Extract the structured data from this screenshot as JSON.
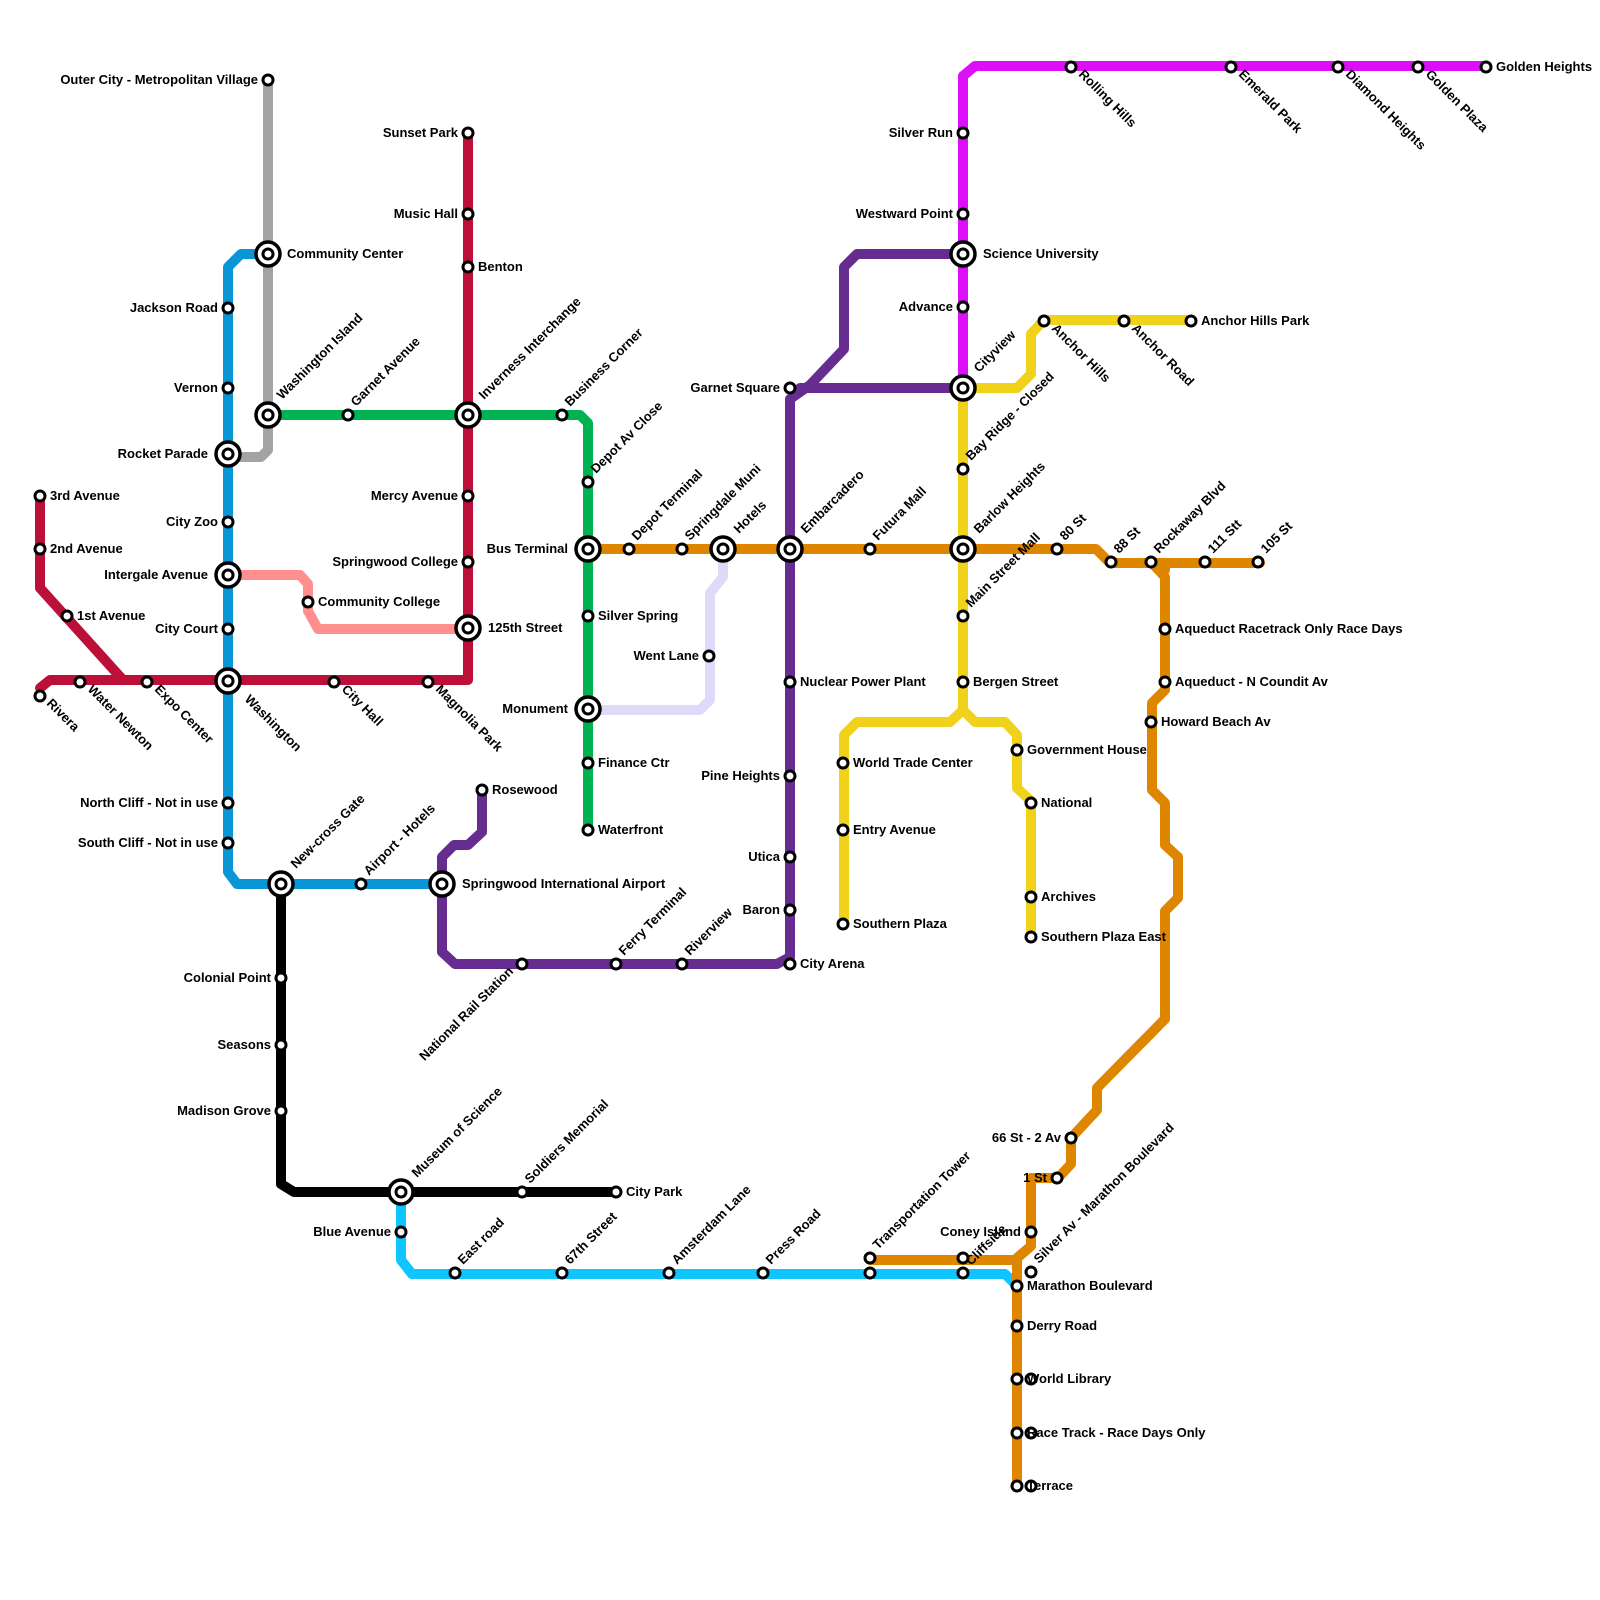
{
  "lines": [
    {
      "id": "gray",
      "color": "#a3a3a3"
    },
    {
      "id": "blue",
      "color": "#0896d7"
    },
    {
      "id": "crimson",
      "color": "#bd1038"
    },
    {
      "id": "green",
      "color": "#00b251"
    },
    {
      "id": "pink",
      "color": "#ff8e8e"
    },
    {
      "id": "purple",
      "color": "#662c90"
    },
    {
      "id": "lavender",
      "color": "#dedbfa"
    },
    {
      "id": "black",
      "color": "#000000"
    },
    {
      "id": "cyan",
      "color": "#0ec5ff"
    },
    {
      "id": "orange",
      "color": "#df8600"
    },
    {
      "id": "magenta",
      "color": "#dc0ff8"
    },
    {
      "id": "yellow",
      "color": "#f0d21b"
    }
  ],
  "stations": {
    "outer_city": "Outer City - Metropolitan Village",
    "community_center": "Community Center",
    "jackson_road": "Jackson Road",
    "vernon": "Vernon",
    "washington_island": "Washington Island",
    "garnet_avenue": "Garnet Avenue",
    "rocket_parade": "Rocket Parade",
    "city_zoo": "City Zoo",
    "intergale_avenue": "Intergale Avenue",
    "community_college": "Community College",
    "city_court": "City Court",
    "washington": "Washington",
    "north_cliff": "North Cliff - Not in use",
    "south_cliff": "South Cliff - Not in use",
    "new_cross_gate": "New-cross Gate",
    "airport_hotels": "Airport - Hotels",
    "springwood_intl": "Springwood International Airport",
    "colonial_point": "Colonial Point",
    "seasons": "Seasons",
    "madison_grove": "Madison Grove",
    "museum_of_science": "Museum of Science",
    "soldiers_memorial": "Soldiers Memorial",
    "city_park": "City Park",
    "blue_avenue": "Blue Avenue",
    "east_road": "East road",
    "st67": "67th Street",
    "amsterdam_lane": "Amsterdam Lane",
    "press_road": "Press Road",
    "third_avenue": "3rd Avenue",
    "second_avenue": "2nd Avenue",
    "first_avenue": "1st Avenue",
    "rivera": "Rivera",
    "water_newton": "Water Newton",
    "expo_center": "Expo Center",
    "city_hall": "City Hall",
    "magnolia_park": "Magnolia Park",
    "sunset_park": "Sunset Park",
    "music_hall": "Music Hall",
    "benton": "Benton",
    "inverness": "Inverness Interchange",
    "mercy_avenue": "Mercy Avenue",
    "springwood_college": "Springwood College",
    "st125": "125th Street",
    "rosewood": "Rosewood",
    "business_corner": "Business Corner",
    "depot_av_close": "Depot Av Close",
    "bus_terminal": "Bus Terminal",
    "silver_spring": "Silver Spring",
    "monument": "Monument",
    "finance_ctr": "Finance Ctr",
    "waterfront": "Waterfront",
    "depot_terminal": "Depot Terminal",
    "springdale_muni": "Springdale Muni",
    "hotels": "Hotels",
    "went_lane": "Went Lane",
    "national_rail": "National Rail Station",
    "ferry_terminal": "Ferry Terminal",
    "riverview": "Riverview",
    "garnet_square": "Garnet Square",
    "embarcadero": "Embarcadero",
    "futura_mall": "Futura Mall",
    "nuclear_power_plant": "Nuclear Power Plant",
    "pine_heights": "Pine Heights",
    "utica": "Utica",
    "baron": "Baron",
    "city_arena": "City Arena",
    "silver_run": "Silver Run",
    "westward_point": "Westward Point",
    "science_university": "Science University",
    "advance": "Advance",
    "cityview": "Cityview",
    "rolling_hills": "Rolling Hills",
    "emerald_park": "Emerald Park",
    "diamond_heights": "Diamond Heights",
    "golden_plaza": "Golden Plaza",
    "golden_heights": "Golden Heights",
    "anchor_hills": "Anchor Hills",
    "anchor_road": "Anchor Road",
    "anchor_hills_park": "Anchor Hills Park",
    "bay_ridge_closed": "Bay Ridge - Closed",
    "barlow_heights": "Barlow Heights",
    "main_street_mall": "Main Street Mall",
    "bergen_street": "Bergen Street",
    "world_trade_center": "World Trade Center",
    "entry_avenue": "Entry Avenue",
    "southern_plaza": "Southern Plaza",
    "government_house": "Government House",
    "national": "National",
    "archives": "Archives",
    "southern_plaza_east": "Southern Plaza East",
    "st80": "80 St",
    "st88": "88 St",
    "rockaway_blvd": "Rockaway Blvd",
    "st111": "111 Stt",
    "st105": "105 St",
    "aqueduct_racetrack": "Aqueduct Racetrack Only Race Days",
    "aqueduct_n_conduit": "Aqueduct - N Coundit Av",
    "howard_beach": "Howard Beach Av",
    "st66_av": "66 St - 2 Av",
    "st1": "1 St",
    "coney_island": "Coney Island",
    "silver_av": "Silver Av - Marathon Boulevard",
    "transportation_tower": "Transportation Tower",
    "cliffside": "Cliffside",
    "marathon_blvd": "Marathon Boulevard",
    "derry_road": "Derry Road",
    "world_library": "World Library",
    "race_track": "Race Track - Race Days Only",
    "terrace": "Terrace"
  }
}
